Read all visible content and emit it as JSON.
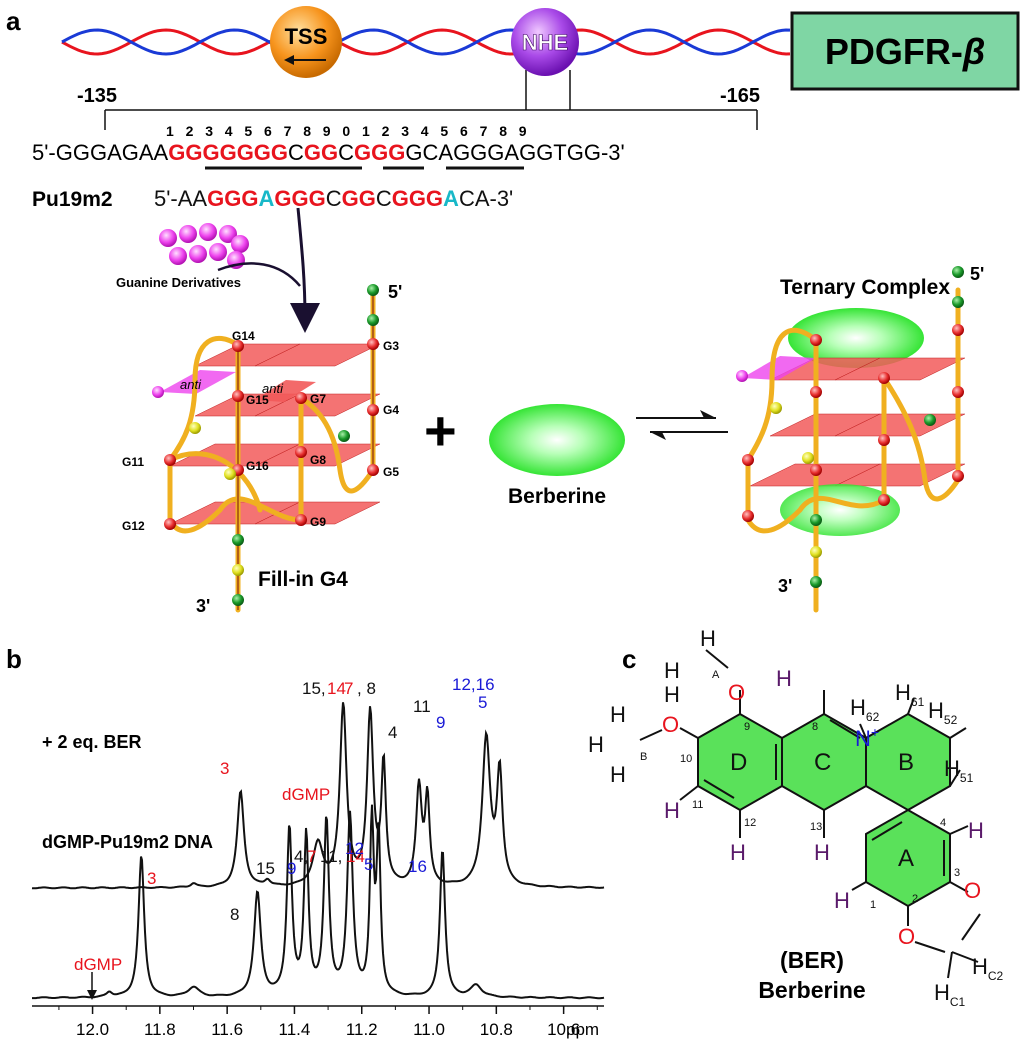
{
  "panel_labels": {
    "a": "a",
    "b": "b",
    "c": "c"
  },
  "colors": {
    "red": "#e8141e",
    "blue": "#1a1ad6",
    "cyan": "#18b8c8",
    "green_box": "#7fd6a4",
    "tss_orange": "#f7941d",
    "nhe_purple": "#9b30e0",
    "ring_green": "#3ddc3d",
    "h_purple": "#5a1a6a",
    "tetrad_red": "#f25a5a"
  },
  "panel_a": {
    "tss": "TSS",
    "nhe": "NHE",
    "gene": "PDGFR-",
    "gene_greek": "β",
    "pos_left": "-135",
    "pos_right": "-165",
    "numbers": [
      "1",
      "2",
      "3",
      "4",
      "5",
      "6",
      "7",
      "8",
      "9",
      "0",
      "1",
      "2",
      "3",
      "4",
      "5",
      "6",
      "7",
      "8",
      "9"
    ],
    "strand_prefix": "5'-GGGAGAA",
    "strand_g1": "GGG",
    "strand_g2": "GGGG",
    "strand_c1": "C",
    "strand_g3": "GG",
    "strand_c2": "C",
    "strand_g4": "GGG",
    "strand_suffix": "GCAGGGAGGTGG-3'",
    "pu_name": "Pu19m2",
    "pu_parts": [
      {
        "t": "5'-AA",
        "c": "black"
      },
      {
        "t": "GGG",
        "c": "red"
      },
      {
        "t": "A",
        "c": "cyan"
      },
      {
        "t": "GGG",
        "c": "red"
      },
      {
        "t": "C",
        "c": "black"
      },
      {
        "t": "GG",
        "c": "red"
      },
      {
        "t": "C",
        "c": "black"
      },
      {
        "t": "GGG",
        "c": "red"
      },
      {
        "t": "A",
        "c": "cyan"
      },
      {
        "t": "CA-3'",
        "c": "black"
      }
    ],
    "guanine_label": "Guanine Derivatives",
    "g4_labels": {
      "G14": "G14",
      "G15": "G15",
      "G16": "G16",
      "G3": "G3",
      "G4": "G4",
      "G5": "G5",
      "G7": "G7",
      "G8": "G8",
      "G9": "G9",
      "G11": "G11",
      "G12": "G12"
    },
    "anti1": "anti",
    "anti2": "anti",
    "five_prime": "5'",
    "three_prime": "3'",
    "fill_in": "Fill-in G4",
    "plus": "+",
    "berberine": "Berberine",
    "ternary": "Ternary Complex",
    "t_five_prime": "5'",
    "t_three_prime": "3'"
  },
  "panel_b": {
    "label_top": "+ 2 eq. BER",
    "label_bottom": "dGMP-Pu19m2 DNA",
    "axis_unit": "ppm",
    "ticks": [
      "12.0",
      "11.8",
      "11.6",
      "11.4",
      "11.2",
      "11.0",
      "10.8",
      "10.6"
    ],
    "top_peaks": [
      {
        "t": "3",
        "c": "red"
      },
      {
        "t": "dGMP",
        "c": "red"
      },
      {
        "t": "15,",
        "c": "black"
      },
      {
        "t": "14",
        "c": "red"
      },
      {
        "t": "7",
        "c": "red"
      },
      {
        "t": ", 8",
        "c": "black"
      },
      {
        "t": "4",
        "c": "black"
      },
      {
        "t": "11",
        "c": "black"
      },
      {
        "t": "9",
        "c": "blue"
      },
      {
        "t": "12,16",
        "c": "blue"
      },
      {
        "t": "5",
        "c": "blue"
      }
    ],
    "bottom_peaks": [
      {
        "t": "dGMP",
        "c": "red"
      },
      {
        "t": "3",
        "c": "red"
      },
      {
        "t": "8",
        "c": "black"
      },
      {
        "t": "15",
        "c": "black"
      },
      {
        "t": "9",
        "c": "blue"
      },
      {
        "t": "4,",
        "c": "black"
      },
      {
        "t": "7",
        "c": "red"
      },
      {
        "t": "11,",
        "c": "black"
      },
      {
        "t": "14",
        "c": "red"
      },
      {
        "t": "12",
        "c": "blue"
      },
      {
        "t": "5",
        "c": "blue"
      },
      {
        "t": "16",
        "c": "blue"
      }
    ]
  },
  "panel_c": {
    "rings": {
      "A": "A",
      "B": "B",
      "C": "C",
      "D": "D"
    },
    "n_plus": "N",
    "plus_sign": "+",
    "o": "O",
    "h": "H",
    "sub_a": "A",
    "sub_b": "B",
    "sub_62": "62",
    "sub_61": "61",
    "sub_52": "52",
    "sub_51": "51",
    "sub_c1": "C1",
    "sub_c2": "C2",
    "numbers": [
      "9",
      "8",
      "10",
      "11",
      "12",
      "13",
      "4",
      "1",
      "3",
      "2"
    ],
    "abbr": "(BER)",
    "name": "Berberine"
  }
}
